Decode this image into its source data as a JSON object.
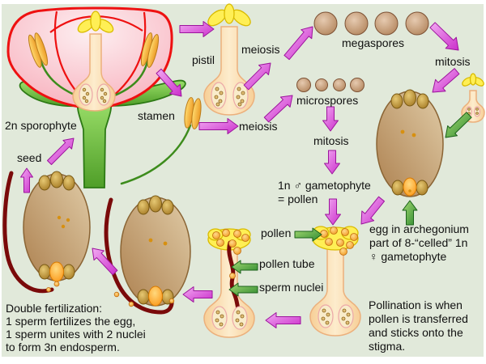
{
  "colors": {
    "background": "#e1e9da",
    "frame": "#ffffff",
    "arrow_magenta": "#cb2fcb",
    "arrow_green": "#2f8a2f",
    "pollen_tube": "#7a0a0a",
    "petal_red": "#ee1111",
    "stem_green": "#57a52e",
    "text": "#101010"
  },
  "labels": {
    "sporophyte": "2n sporophyte",
    "seed": "seed",
    "stamen": "stamen",
    "pistil": "pistil",
    "meiosis_top": "meiosis",
    "meiosis_bottom": "meiosis",
    "megaspores": "megaspores",
    "microspores": "microspores",
    "mitosis_right": "mitosis",
    "mitosis_center": "mitosis",
    "male_gametophyte": "1n ♂ gametophyte\n= pollen",
    "pollen": "pollen",
    "pollen_tube": "pollen tube",
    "sperm_nuclei": "sperm nuclei",
    "egg_note": "egg in archegonium\npart of 8-“celled” 1n\n♀ gametophyte",
    "pollination_note": "Pollination is when\npollen is transferred\nand sticks onto the\nstigma.",
    "double_fertilization_note": "Double fertilization:\n1 sperm fertilizes the egg,\n1 sperm unites with 2 nuclei\nto form 3n endosperm."
  }
}
